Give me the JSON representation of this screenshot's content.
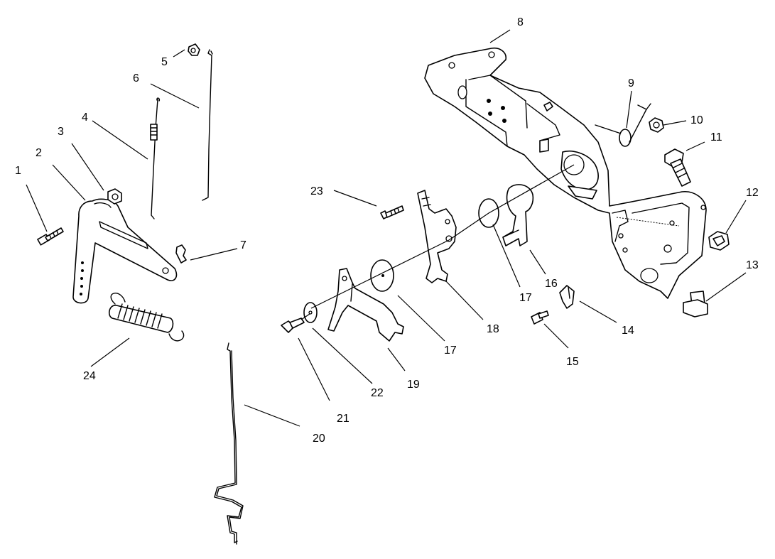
{
  "diagram": {
    "callouts": [
      {
        "id": "1",
        "label": "1"
      },
      {
        "id": "2",
        "label": "2"
      },
      {
        "id": "3",
        "label": "3"
      },
      {
        "id": "4",
        "label": "4"
      },
      {
        "id": "5",
        "label": "5"
      },
      {
        "id": "6",
        "label": "6"
      },
      {
        "id": "7",
        "label": "7"
      },
      {
        "id": "8",
        "label": "8"
      },
      {
        "id": "9",
        "label": "9"
      },
      {
        "id": "10",
        "label": "10"
      },
      {
        "id": "11",
        "label": "11"
      },
      {
        "id": "12",
        "label": "12"
      },
      {
        "id": "13",
        "label": "13"
      },
      {
        "id": "14",
        "label": "14"
      },
      {
        "id": "15",
        "label": "15"
      },
      {
        "id": "16",
        "label": "16"
      },
      {
        "id": "17a",
        "label": "17"
      },
      {
        "id": "17b",
        "label": "17"
      },
      {
        "id": "18",
        "label": "18"
      },
      {
        "id": "19",
        "label": "19"
      },
      {
        "id": "20",
        "label": "20"
      },
      {
        "id": "21",
        "label": "21"
      },
      {
        "id": "22",
        "label": "22"
      },
      {
        "id": "23",
        "label": "23"
      },
      {
        "id": "24",
        "label": "24"
      }
    ]
  }
}
